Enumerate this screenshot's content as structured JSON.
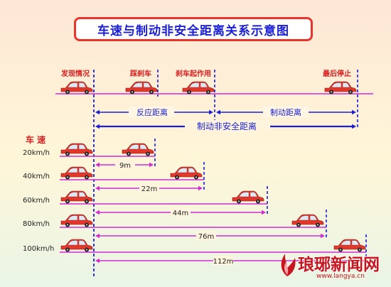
{
  "title": "车速与制动非安全距离关系示意图",
  "stages": [
    "发现情况",
    "踩刹车",
    "刹车起作用",
    "最后停止"
  ],
  "segments": {
    "reaction": "反应距离",
    "braking": "制动距离",
    "total": "制动非安全距离"
  },
  "speed_header": "车 速",
  "rows": [
    {
      "speed": "20km/h",
      "distance": "9m"
    },
    {
      "speed": "40km/h",
      "distance": "22m"
    },
    {
      "speed": "60km/h",
      "distance": "44m"
    },
    {
      "speed": "80km/h",
      "distance": "76m"
    },
    {
      "speed": "100km/h",
      "distance": "112m"
    }
  ],
  "watermark": {
    "text": "琅琊新闻网",
    "url": "www.langya.cn"
  },
  "colors": {
    "title_text": "#1a1fd6",
    "title_border": "#e8342b",
    "label_red": "#d81e1e",
    "blue": "#1a1fd6",
    "magenta": "#d22bd2",
    "car_red": "#e2382c"
  }
}
